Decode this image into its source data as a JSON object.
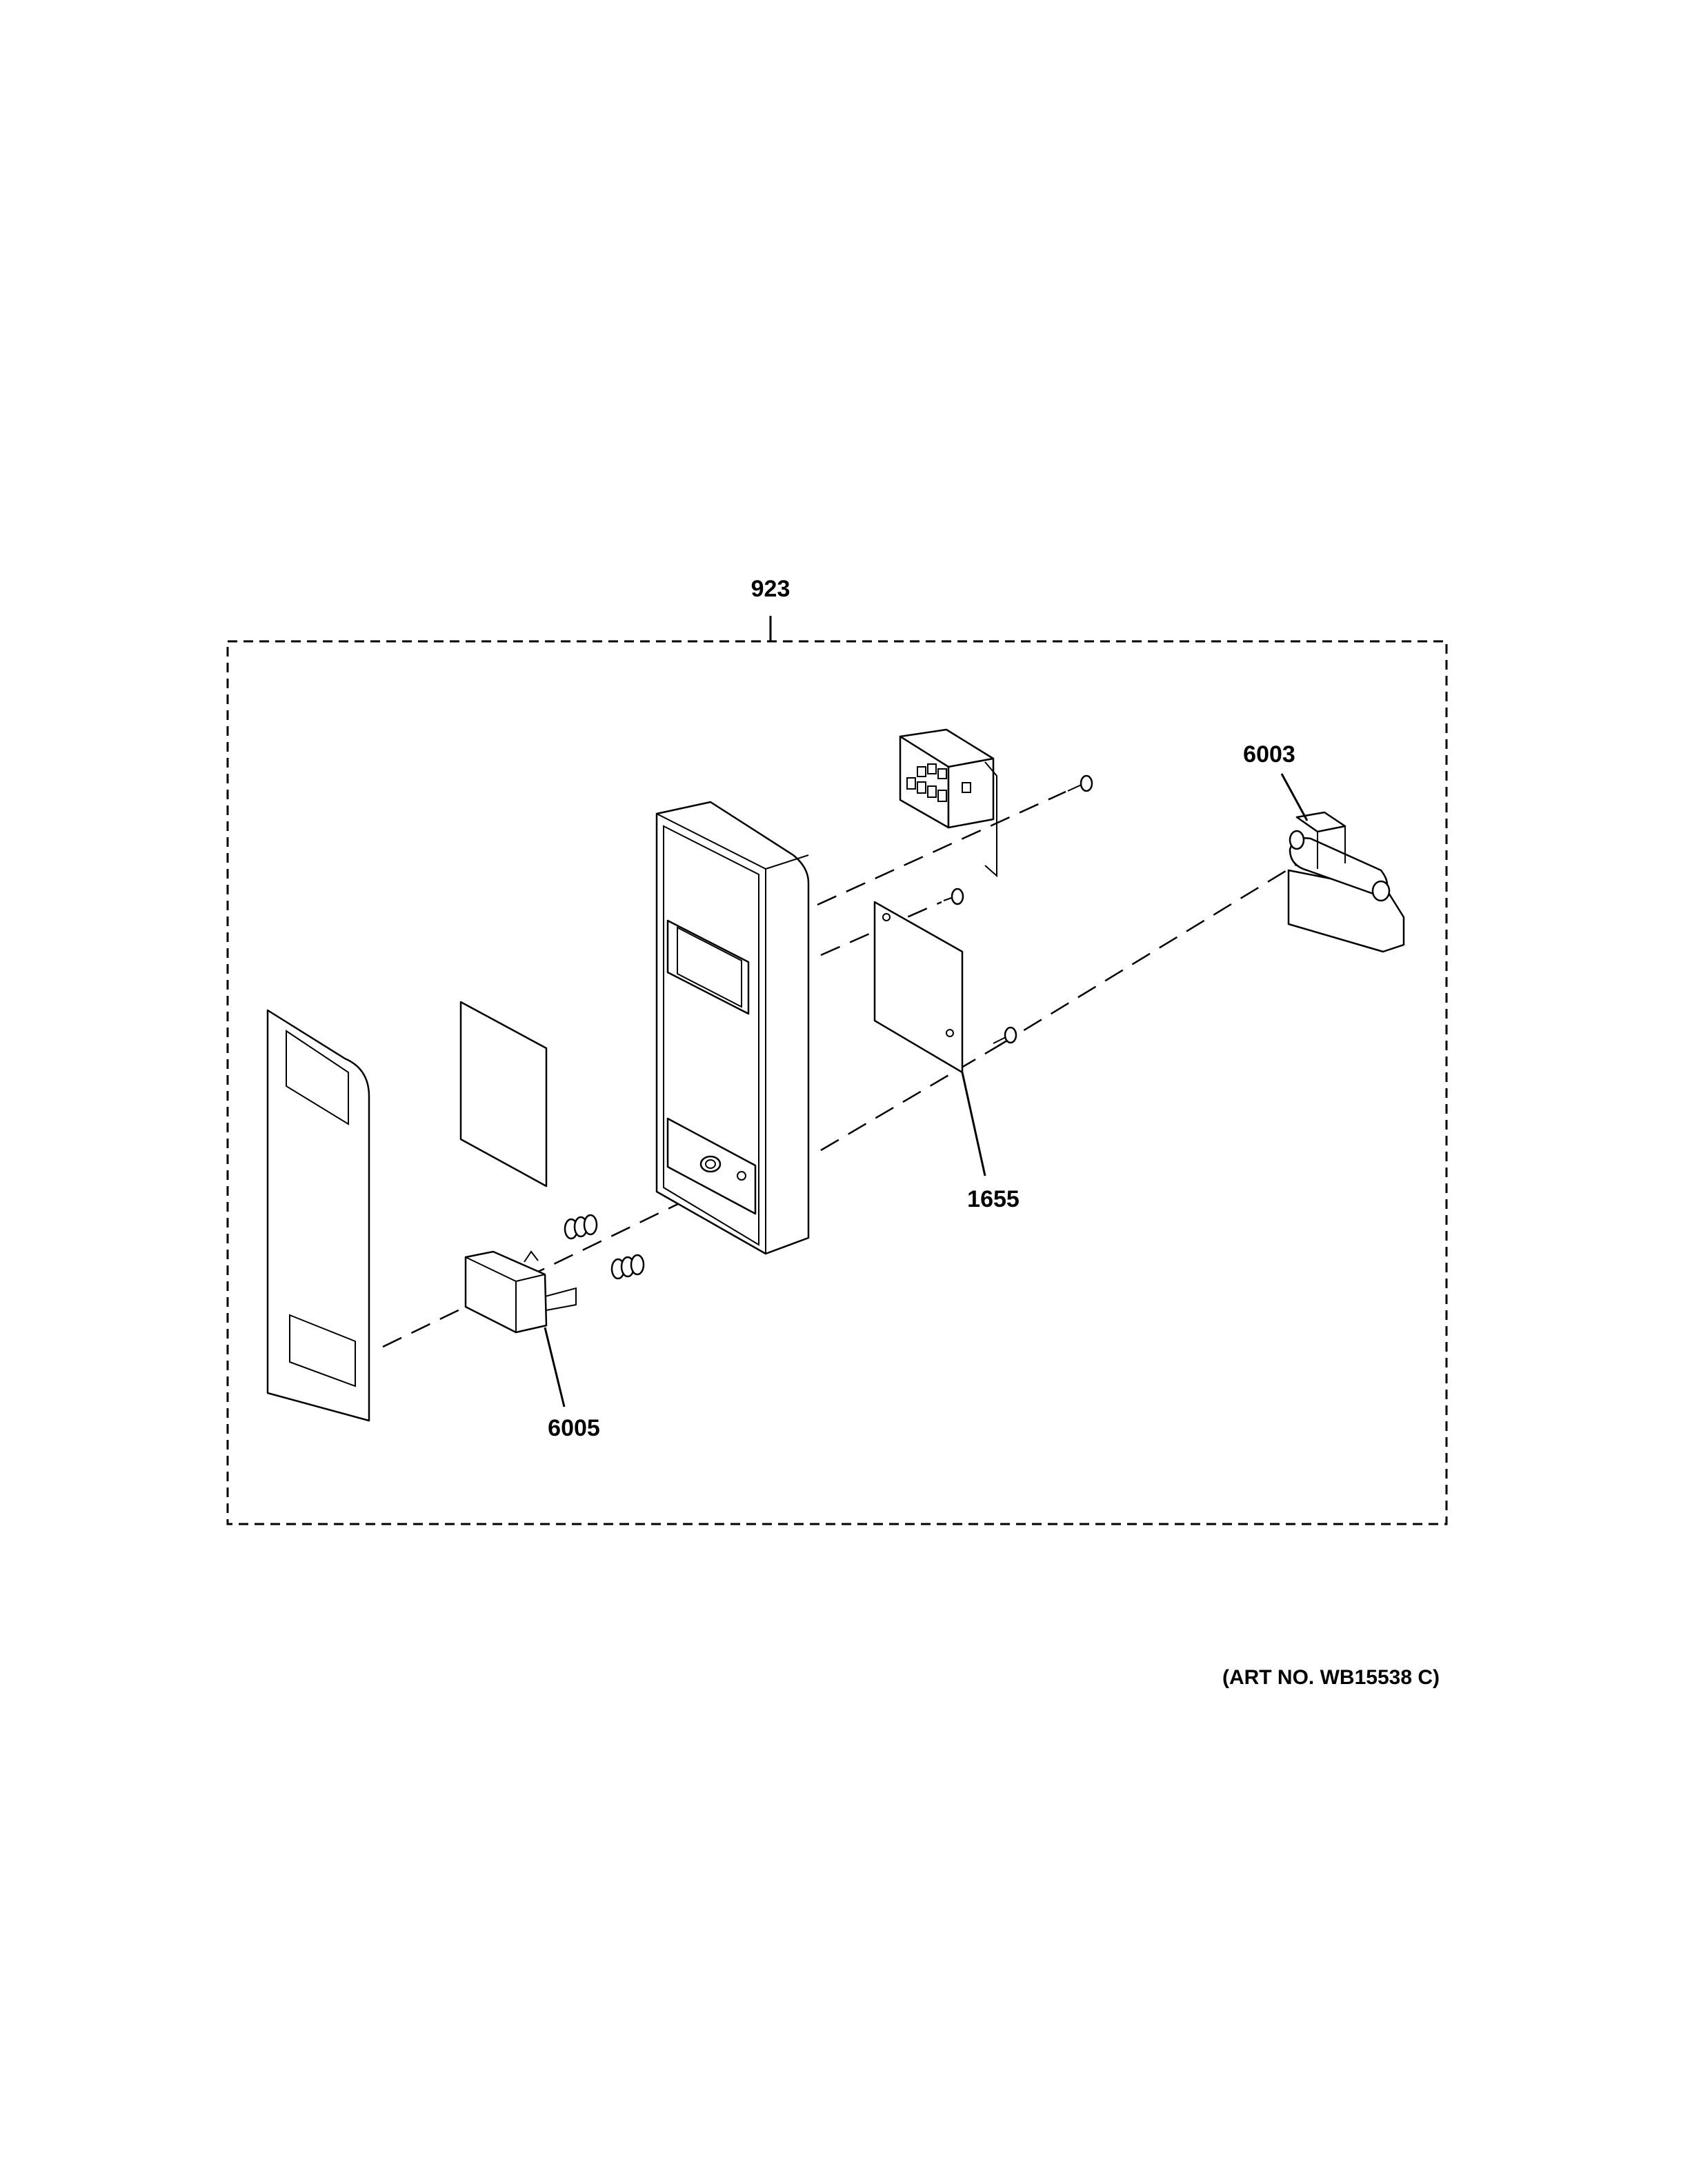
{
  "diagram": {
    "assembly_label": "923",
    "art_number": "(ART NO. WB15538 C)",
    "callouts": [
      {
        "id": "6003",
        "label": "6003"
      },
      {
        "id": "1655",
        "label": "1655"
      },
      {
        "id": "6005",
        "label": "6005"
      }
    ],
    "parts": [
      {
        "name": "decal-panel"
      },
      {
        "name": "membrane-sheet"
      },
      {
        "name": "control-panel-frame"
      },
      {
        "name": "display-module"
      },
      {
        "name": "circuit-board"
      },
      {
        "name": "door-latch-switch"
      },
      {
        "name": "push-button"
      },
      {
        "name": "springs"
      },
      {
        "name": "screws"
      }
    ]
  }
}
